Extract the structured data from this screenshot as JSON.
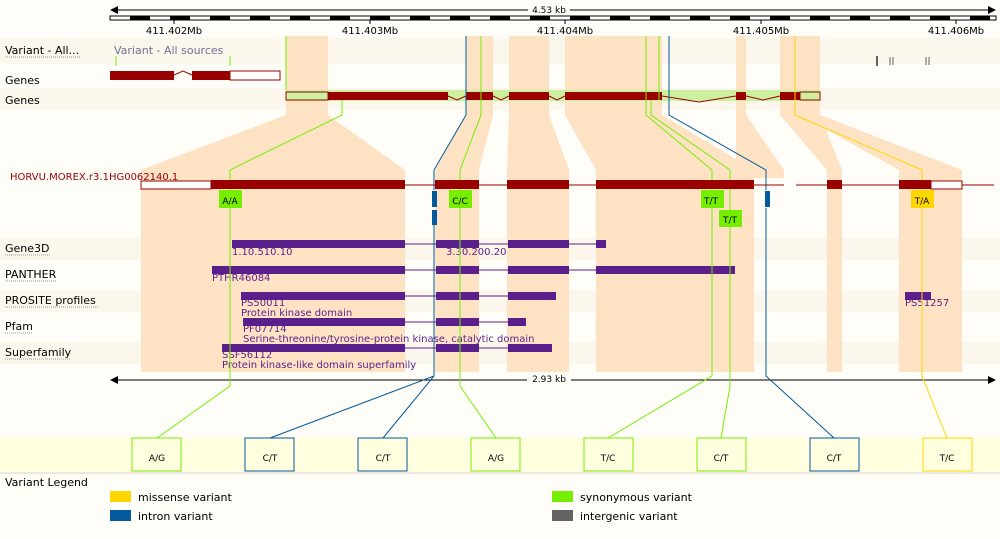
{
  "top_scale": {
    "label": "4.53 kb",
    "ticks": [
      "411.402Mb",
      "411.403Mb",
      "411.404Mb",
      "411.405Mb",
      "411.406Mb"
    ]
  },
  "tracks": {
    "variant_label": "Variant - All...",
    "variant_inline": "Variant - All sources",
    "genes_label_1": "Genes",
    "genes_label_2": "Genes"
  },
  "transcript": {
    "name": "HORVU.MOREX.r3.1HG0062140.1"
  },
  "variant_alleles": [
    "A/A",
    "C/C",
    "T/T",
    "T/T",
    "T/A"
  ],
  "domain_tracks": {
    "gene3d": {
      "label": "Gene3D",
      "ids": [
        "1.10.510.10",
        "3.30.200.20"
      ]
    },
    "panther": {
      "label": "PANTHER",
      "ids": [
        "PTHR46084"
      ]
    },
    "prosite": {
      "label": "PROSITE profiles",
      "ids": [
        "PS50011",
        "PS51257"
      ],
      "desc": "Protein kinase domain"
    },
    "pfam": {
      "label": "Pfam",
      "ids": [
        "PF07714"
      ],
      "desc": "Serine-threonine/tyrosine-protein kinase, catalytic domain"
    },
    "superfamily": {
      "label": "Superfamily",
      "ids": [
        "SSF56112"
      ],
      "desc": "Protein kinase-like domain superfamily"
    }
  },
  "bottom_scale": {
    "label": "2.93 kb"
  },
  "variant_boxes": [
    "A/G",
    "C/T",
    "C/T",
    "A/G",
    "T/C",
    "C/T",
    "C/T",
    "T/C"
  ],
  "legend": {
    "title": "Variant Legend",
    "items": [
      {
        "label": "missense variant",
        "color": "#ffd700"
      },
      {
        "label": "synonymous variant",
        "color": "#76ee00"
      },
      {
        "label": "intron variant",
        "color": "#02599c"
      },
      {
        "label": "intergenic variant",
        "color": "#636363"
      }
    ]
  },
  "colors": {
    "exon": "#990000",
    "protein": "#5a1f8a",
    "highlight": "#fde2c4",
    "synonymous": "#76ee00",
    "missense": "#ffd700",
    "intron": "#02599c"
  }
}
